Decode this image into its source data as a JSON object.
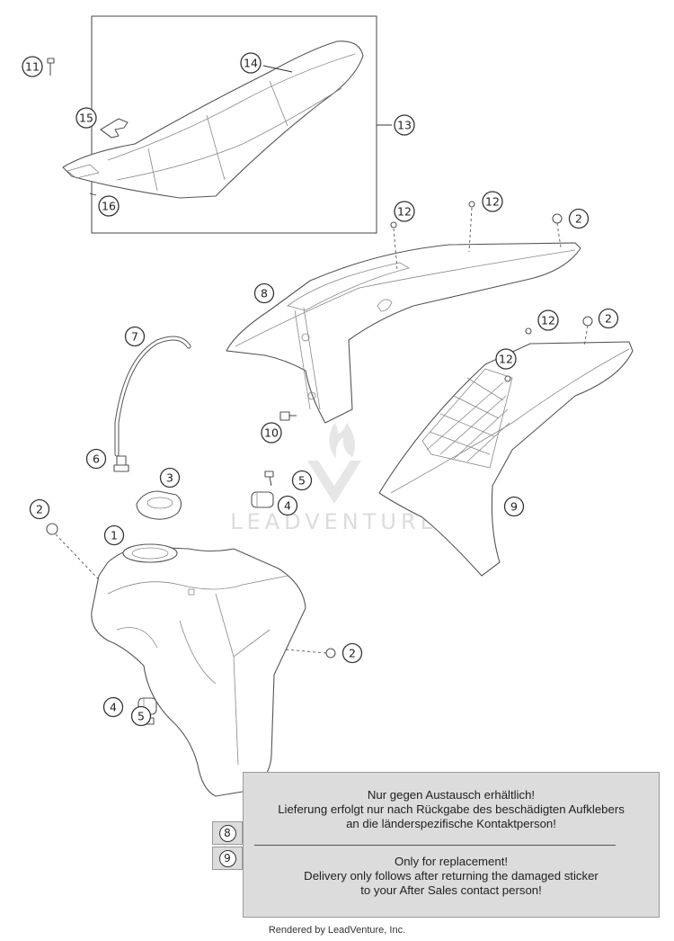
{
  "diagram": {
    "callouts": {
      "c1": "1",
      "c2a": "2",
      "c2b": "2",
      "c2c": "2",
      "c2d": "2",
      "c3": "3",
      "c4a": "4",
      "c4b": "4",
      "c5a": "5",
      "c5b": "5",
      "c6": "6",
      "c7": "7",
      "c8": "8",
      "c9": "9",
      "c10": "10",
      "c11": "11",
      "c12a": "12",
      "c12b": "12",
      "c12c": "12",
      "c12d": "12",
      "c13": "13",
      "c14": "14",
      "c15": "15",
      "c16": "16"
    },
    "watermark": "LEADVENTURE"
  },
  "notice": {
    "refs": [
      "8",
      "9"
    ],
    "de_lines": [
      "Nur gegen Austausch erhältlich!",
      "Lieferung erfolgt nur nach Rückgabe des beschädigten Aufklebers",
      "an die länderspezifische Kontaktperson!"
    ],
    "en_lines": [
      "Only for replacement!",
      "Delivery only follows after returning the damaged sticker",
      "to your After Sales contact person!"
    ]
  },
  "credit": "Rendered by LeadVenture, Inc.",
  "colors": {
    "notice_bg": "#dcdcdc",
    "line": "#333333",
    "watermark": "#dcdcdc"
  }
}
